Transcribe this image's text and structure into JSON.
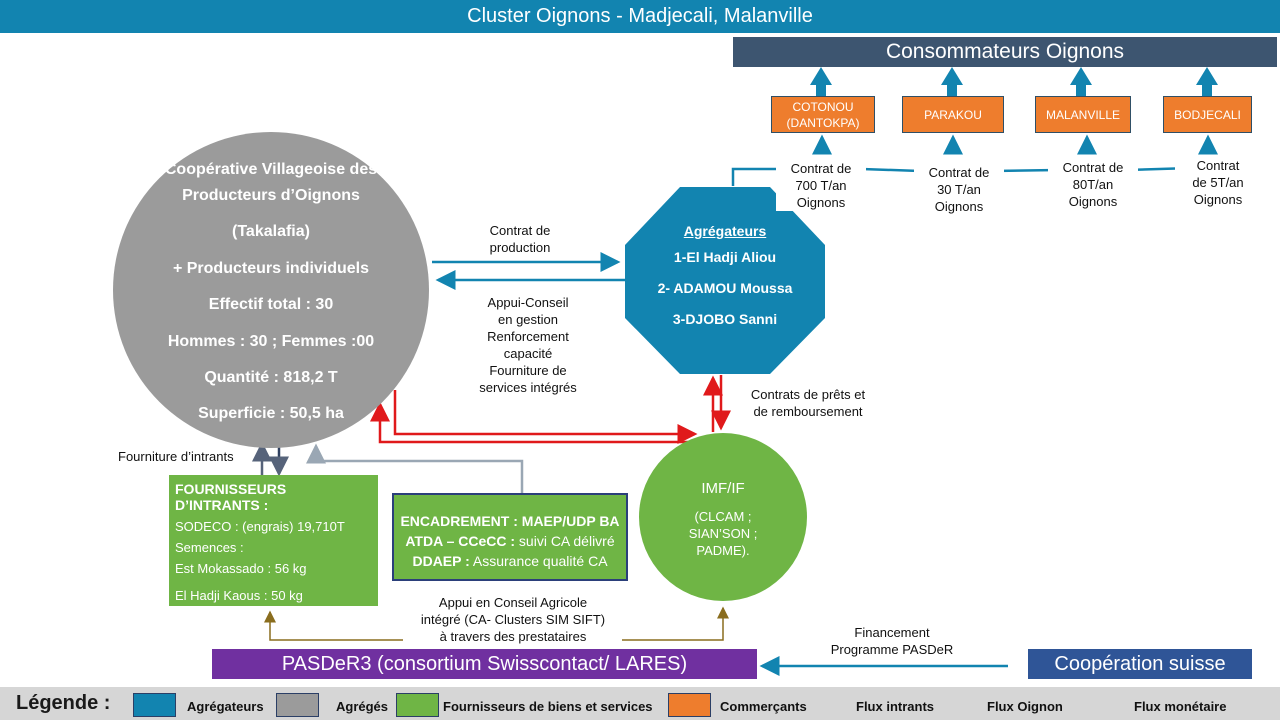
{
  "title": "Cluster Oignons - Madjecali, Malanville",
  "consumers_title": "Consommateurs Oignons",
  "markets": [
    {
      "label": "COTONOU\n(DANTOKPA)"
    },
    {
      "label": "PARAKOU"
    },
    {
      "label": "MALANVILLE"
    },
    {
      "label": "BODJECALI"
    }
  ],
  "contracts": [
    {
      "text": "Contrat de\n700 T/an\nOignons"
    },
    {
      "text": "Contrat de\n30 T/an\nOignons"
    },
    {
      "text": "Contrat de\n80T/an\nOignons"
    },
    {
      "text": "Contrat\nde 5T/an\nOignons"
    }
  ],
  "cooperative": {
    "line1": "Coopérative Villageoise des",
    "line2": "Producteurs d’Oignons",
    "line3": "(Takalafia)",
    "line4": "+ Producteurs individuels",
    "line5": "Effectif total : 30",
    "line6": "Hommes : 30 ; Femmes :00",
    "line7": "Quantité : 818,2 T",
    "line8": "Superficie : 50,5 ha"
  },
  "production_contract": "Contrat de\nproduction",
  "support_text": "Appui-Conseil\nen gestion\nRenforcement\ncapacité\nFourniture de\nservices intégrés",
  "aggregators": {
    "title": "Agrégateurs",
    "item1": "1-El Hadji Aliou",
    "item2": "2- ADAMOU Moussa",
    "item3": "3-DJOBO Sanni"
  },
  "loans_text": "Contrats de prêts et\nde remboursement",
  "inputs_supply": "Fourniture d’intrants",
  "input_suppliers": {
    "title": "FOURNISSEURS D’INTRANTS :",
    "line1": "SODECO : (engrais) 19,710T",
    "line2": "Semences :",
    "line3": "Est Mokassado :  56 kg",
    "line4": "El Hadji Kaous : 50 kg"
  },
  "extension": {
    "line1_b": "ENCADREMENT  : MAEP/UDP BA",
    "line2_b": "ATDA – CCeCC :",
    "line2_r": " suivi CA délivré",
    "line3_b": "DDAEP :",
    "line3_r": " Assurance qualité CA"
  },
  "imf": {
    "title": "IMF/IF",
    "sub": "(CLCAM ;\nSIAN’SON ;\nPADME)."
  },
  "advice_text": "Appui en Conseil Agricole\nintégré (CA- Clusters  SIM SIFT)\nà travers des prestataires",
  "funding_text": "Financement\nProgramme PASDeR",
  "pasder": "PASDeR3 (consortium Swisscontact/ LARES)",
  "swiss": "Coopération suisse",
  "legend": {
    "label": "Légende :",
    "aggregators": "Agrégateurs",
    "aggregated": "Agrégés",
    "suppliers": "Fournisseurs de biens et services",
    "traders": "Commerçants",
    "flux_inputs": "Flux intrants",
    "flux_onion": "Flux Oignon",
    "flux_money": "Flux monétaire"
  },
  "colors": {
    "blue": "#1284b0",
    "grey": "#9b9b9b",
    "green": "#6fb545",
    "orange": "#ee7d2d",
    "red": "#e0191b",
    "purple": "#7030a0",
    "navy": "#2f5597"
  }
}
